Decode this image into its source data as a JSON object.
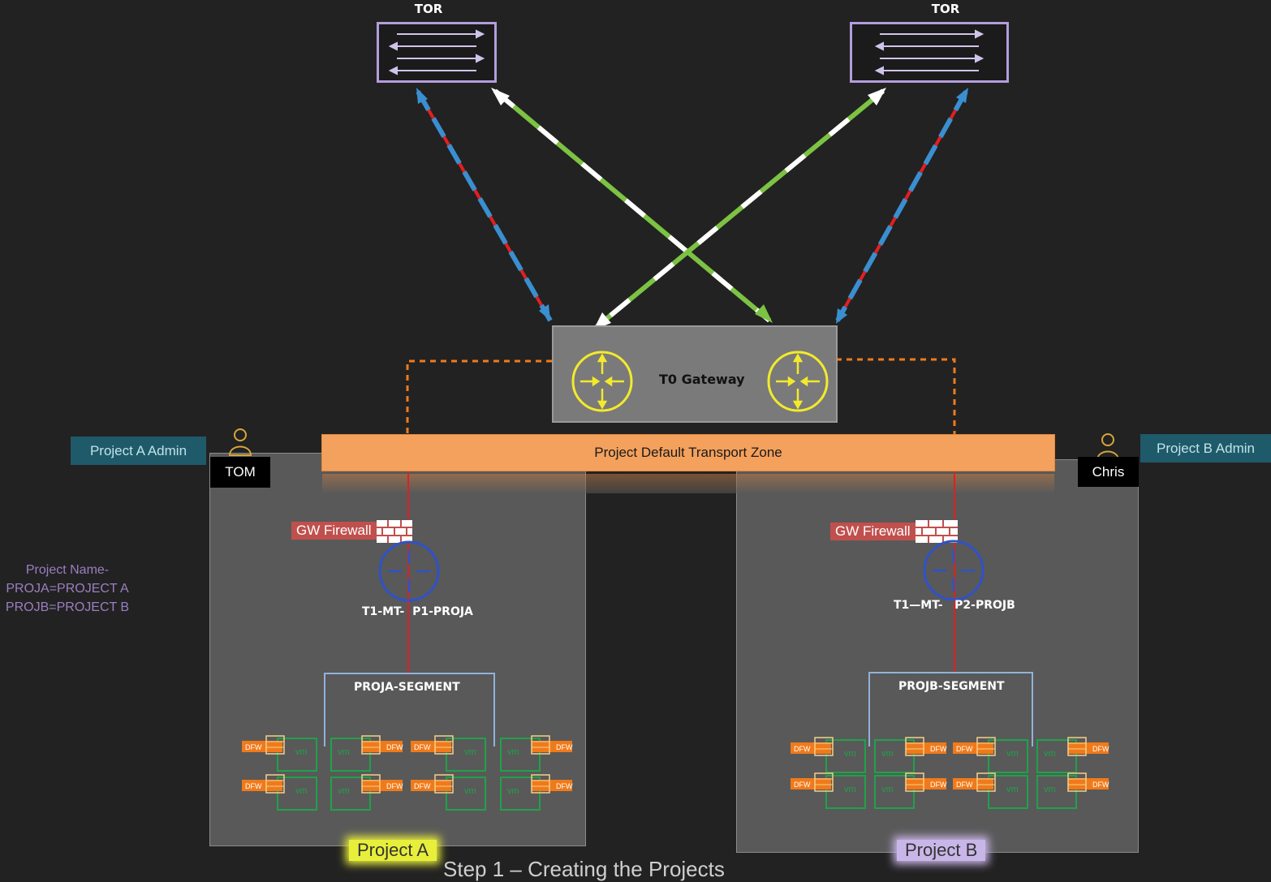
{
  "tor_left": {
    "label": "TOR"
  },
  "tor_right": {
    "label": "TOR"
  },
  "t0_gateway": {
    "label": "T0 Gateway"
  },
  "transport_zone": {
    "label": "Project Default Transport Zone"
  },
  "project_a": {
    "admin_label": "Project A Admin",
    "user": "TOM",
    "gw_firewall": "GW Firewall",
    "t1_label": "T1-MT-  P1-PROJA",
    "segment": "PROJA-SEGMENT",
    "project_label": "Project A"
  },
  "project_b": {
    "admin_label": "Project B Admin",
    "user": "Chris",
    "gw_firewall": "GW Firewall",
    "t1_label": "T1—MT-   P2-PROJB",
    "segment": "PROJB-SEGMENT",
    "project_label": "Project B"
  },
  "project_names": {
    "line1": "Project Name-",
    "line2": "PROJA=PROJECT A",
    "line3": "PROJB=PROJECT B"
  },
  "vm_tiles": {
    "dfw": "DFW",
    "vm": "vm"
  },
  "caption": "Step 1 – Creating the Projects",
  "colors": {
    "background": "#222222",
    "transport_zone": "#f4a15d",
    "admin_badge": "#1f5a6a",
    "gw_firewall": "#c0504d",
    "router_yellow": "#f2ea2c",
    "router_blue": "#2f52c8",
    "uplink_green": "#7cc243",
    "uplink_blue": "#3a8fd0",
    "uplink_red": "#e02020",
    "vm_green": "#1fa24a",
    "dfw_orange": "#f07a1a"
  }
}
